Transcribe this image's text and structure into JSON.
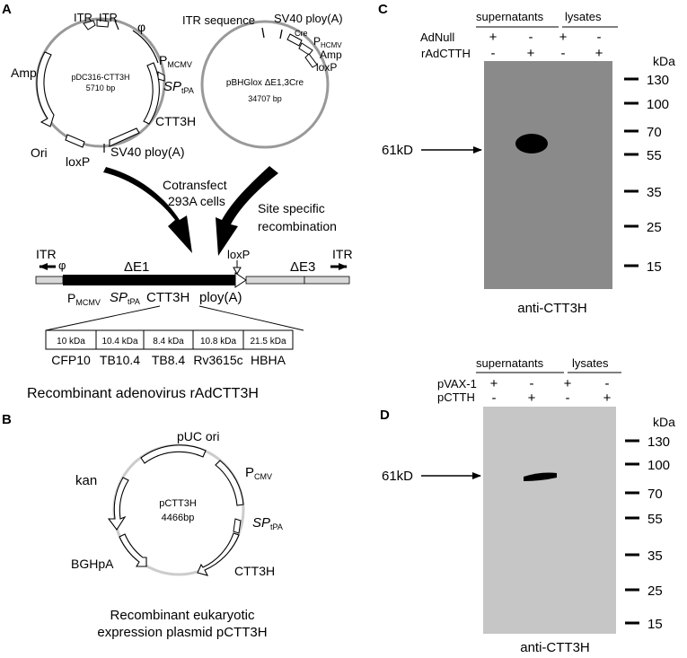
{
  "panels": {
    "A": {
      "letter": "A",
      "plasmid1": {
        "name": "pDC316-CTT3H",
        "size": "5710 bp",
        "labels": {
          "itr1": "ITR",
          "itr2": "ITR",
          "phi": "φ",
          "amp": "Amp",
          "ori": "Ori",
          "loxp": "loxP",
          "pmcmv_main": "P",
          "pmcmv_sub": "MCMV",
          "sp_main": "SP",
          "sp_sub": "tPA",
          "ctt3h": "CTT3H",
          "sv40": "SV40 ploy(A)"
        }
      },
      "plasmid2": {
        "name": "pBHGlox ΔE1,3Cre",
        "size": "34707 bp",
        "labels": {
          "itrseq": "ITR sequence",
          "sv40": "SV40 ploy(A)",
          "cre": "Cre",
          "phcmv_main": "P",
          "phcmv_sub": "HCMV",
          "amp": "Amp",
          "loxp": "loxP"
        }
      },
      "arrows": {
        "cotransfect_l1": "Cotransfect",
        "cotransfect_l2": "293A cells",
        "site_l1": "Site specific",
        "site_l2": "recombination"
      },
      "genome": {
        "itr_left": "ITR",
        "phi": "φ",
        "de1": "ΔE1",
        "loxp": "loxP",
        "de3": "ΔE3",
        "itr_right": "ITR",
        "p_main": "P",
        "p_sub": "MCMV",
        "sp_main": "SP",
        "sp_sub": "tPA",
        "ctt3h": "CTT3H",
        "ploy": "ploy(A)"
      },
      "fusion": {
        "boxes": [
          "10 kDa",
          "10.4 kDa",
          "8.4 kDa",
          "10.8 kDa",
          "21.5 kDa"
        ],
        "names": [
          "CFP10",
          "TB10.4",
          "TB8.4",
          "Rv3615c",
          "HBHA"
        ]
      },
      "caption": "Recombinant adenovirus rAdCTT3H"
    },
    "B": {
      "letter": "B",
      "plasmid": {
        "name": "pCTT3H",
        "size": "4466bp",
        "labels": {
          "puc": "pUC ori",
          "kan": "kan",
          "pcmv_main": "P",
          "pcmv_sub": "CMV",
          "sp_main": "SP",
          "sp_sub": "tPA",
          "bghpa": "BGHpA",
          "ctt3h": "CTT3H"
        }
      },
      "caption_l1": "Recombinant eukaryotic",
      "caption_l2": "expression plasmid pCTT3H"
    },
    "C": {
      "letter": "C",
      "group_left": "supernatants",
      "group_right": "lysates",
      "row1_label": "AdNull",
      "row1_signs": [
        "+",
        "-",
        "+",
        "-"
      ],
      "row2_label": "rAdCTTH",
      "row2_signs": [
        "-",
        "+",
        "-",
        "+"
      ],
      "kda_label": "kDa",
      "markers": [
        "130",
        "100",
        "70",
        "55",
        "35",
        "25",
        "15"
      ],
      "band_label": "61kD",
      "antibody": "anti-CTT3H",
      "colors": {
        "blot": "#8a8a8a"
      }
    },
    "D": {
      "letter": "D",
      "group_left": "supernatants",
      "group_right": "lysates",
      "row1_label": "pVAX-1",
      "row1_signs": [
        "+",
        "-",
        "+",
        "-"
      ],
      "row2_label": "pCTTH",
      "row2_signs": [
        "-",
        "+",
        "-",
        "+"
      ],
      "kda_label": "kDa",
      "markers": [
        "130",
        "100",
        "70",
        "55",
        "35",
        "25",
        "15"
      ],
      "band_label": "61kD",
      "antibody": "anti-CTT3H",
      "colors": {
        "blot": "#c6c6c6"
      }
    }
  }
}
